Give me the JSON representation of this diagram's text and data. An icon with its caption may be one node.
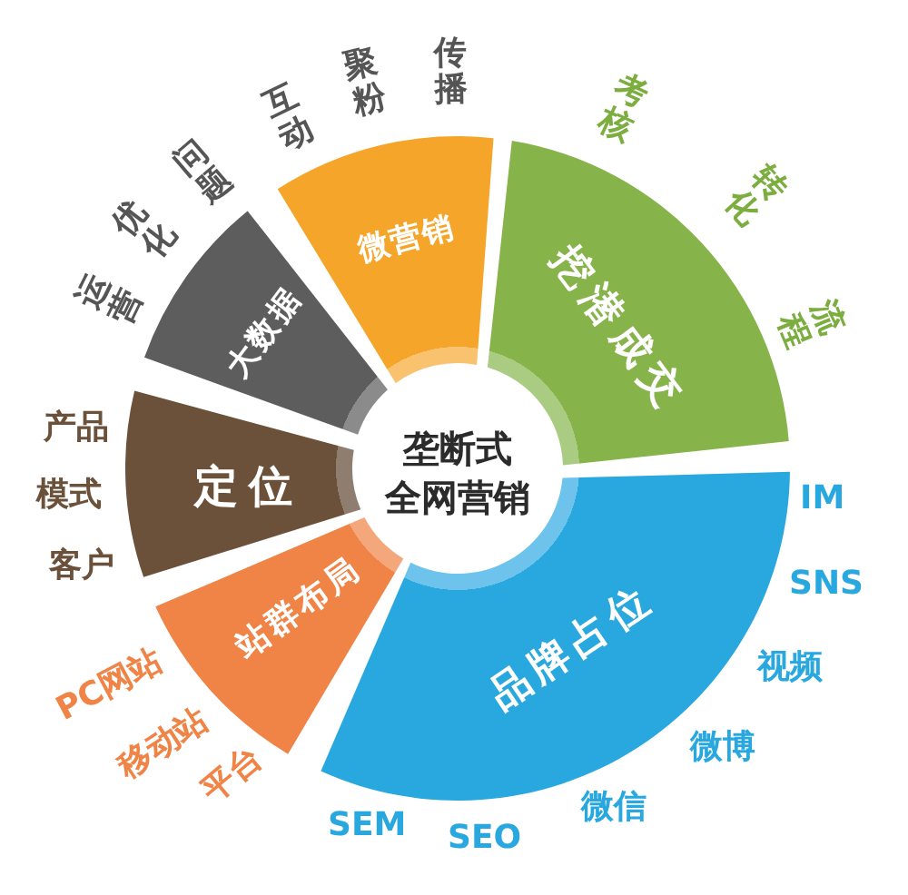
{
  "diagram": {
    "nodes": [
      {
        "text": [
          "垄断式全网营销"
        ]
      },
      {
        "text": [
          "微营销"
        ],
        "beside": [
          "互动",
          "聚粉",
          "传播"
        ]
      },
      {
        "text": [
          "挖潜成交"
        ],
        "beside": [
          "考核",
          "转化",
          "流程"
        ]
      },
      {
        "text": [
          "品牌占位"
        ],
        "beside": [
          "IM",
          "SNS",
          "视频",
          "微博",
          "微信",
          "SEO",
          "SEM"
        ]
      },
      {
        "text": [
          "站群布局"
        ],
        "beside": [
          "PC网站",
          "移动站",
          "平台"
        ]
      },
      {
        "text": [
          "定位"
        ],
        "beside": [
          "产品",
          "模式",
          "客户"
        ]
      },
      {
        "text": [
          "大数据"
        ],
        "beside": [
          "运营",
          "优化",
          "问题"
        ]
      }
    ]
  }
}
